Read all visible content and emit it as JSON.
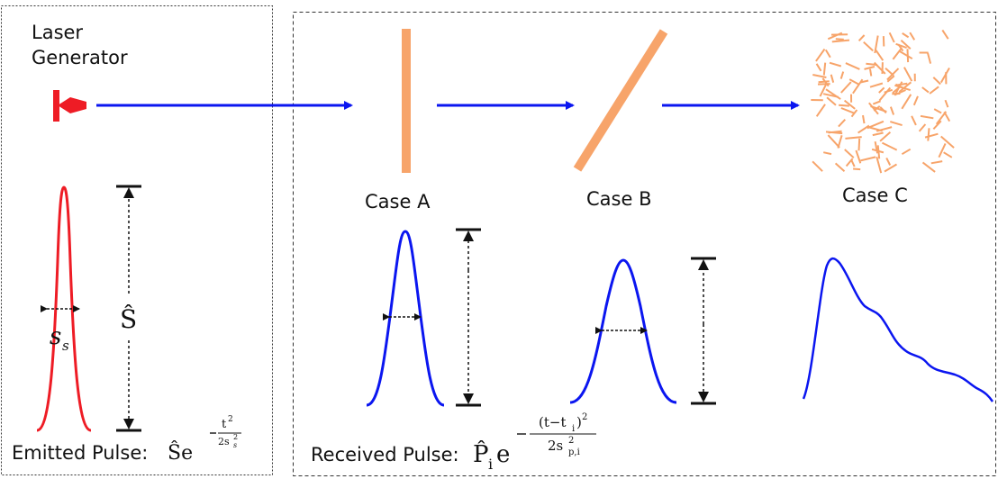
{
  "laser": {
    "label_line1": "Laser",
    "label_line2": "Generator",
    "color": "#ee1c25"
  },
  "beam_color": "#0b16f0",
  "sample_color": "#f7a46a",
  "cases": [
    {
      "label": "Case A"
    },
    {
      "label": "Case B"
    },
    {
      "label": "Case C"
    }
  ],
  "emitted": {
    "label": "Emitted Pulse:",
    "amp_symbol": "Ŝ",
    "base": "Ŝe",
    "exp_num": "t",
    "exp_num_sup": "2",
    "exp_den_coef": "2s",
    "exp_den_sup": "2",
    "exp_den_sub": "s",
    "width_symbol": "s",
    "width_sub": "s",
    "pulse_color": "#ee1c25"
  },
  "received": {
    "label": "Received Pulse:",
    "base_p": "P̂",
    "base_p_sub": "i",
    "base_e": "e",
    "exp_num": "(t−t",
    "exp_num_sub": "i",
    "exp_num_tail": ")",
    "exp_num_sup": "2",
    "exp_den_coef": "2s",
    "exp_den_sup": "2",
    "exp_den_sub": "p,i",
    "pulse_color": "#0b16f0"
  },
  "icons": [
    "laser-emitter-icon",
    "arrow-right-icon",
    "double-arrow-icon",
    "scattering-medium-icon"
  ]
}
